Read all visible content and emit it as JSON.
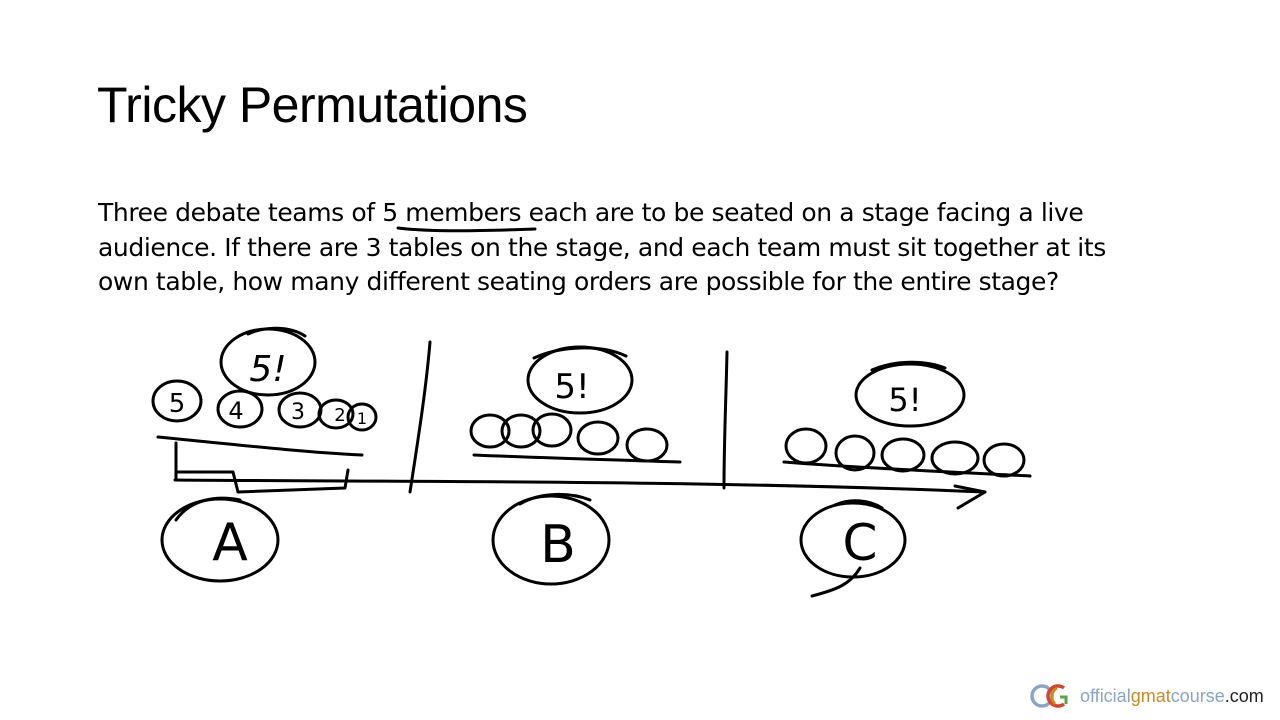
{
  "slide": {
    "title": "Tricky Permutations",
    "problem_lines": [
      "Three debate teams of 5 members each are to be seated on a stage facing a live",
      "audience. If there are 3 tables on the stage, and each team must sit together at its",
      "own table, how many different seating orders are possible for the entire stage?"
    ]
  },
  "annotations": {
    "table_a": {
      "label": "A",
      "arrangements": "5!",
      "seat_numbers": [
        "5",
        "4",
        "3",
        "2",
        "1"
      ]
    },
    "table_b": {
      "label": "B",
      "arrangements": "5!"
    },
    "table_c": {
      "label": "C",
      "arrangements": "5!"
    }
  },
  "branding": {
    "part1": "official",
    "part2": "gmat",
    "part3": "course",
    "part4": ".com",
    "logo_icon": "ogc-logo-icon",
    "colors": {
      "blue": "#8aa4c8",
      "orange": "#c98a1e",
      "red": "#d9432e",
      "green": "#5aa245"
    }
  }
}
